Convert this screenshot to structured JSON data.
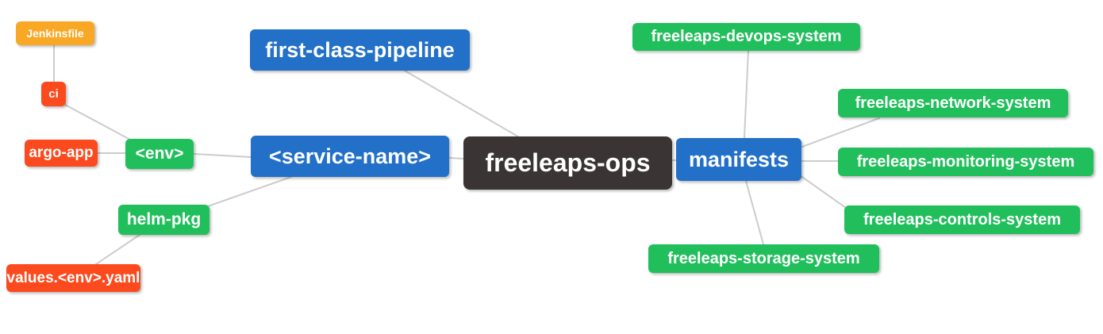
{
  "mindmap": {
    "root": {
      "label": "freeleaps-ops"
    },
    "nodes": {
      "first_class_pipeline": {
        "label": "first-class-pipeline"
      },
      "service_name": {
        "label": "<service-name>"
      },
      "env": {
        "label": "<env>"
      },
      "ci": {
        "label": "ci"
      },
      "jenkinsfile": {
        "label": "Jenkinsfile"
      },
      "argo_app": {
        "label": "argo-app"
      },
      "helm_pkg": {
        "label": "helm-pkg"
      },
      "values_env_yaml": {
        "label": "values.<env>.yaml"
      },
      "manifests": {
        "label": "manifests"
      },
      "devops_system": {
        "label": "freeleaps-devops-system"
      },
      "network_system": {
        "label": "freeleaps-network-system"
      },
      "monitoring_system": {
        "label": "freeleaps-monitoring-system"
      },
      "controls_system": {
        "label": "freeleaps-controls-system"
      },
      "storage_system": {
        "label": "freeleaps-storage-system"
      }
    },
    "edges": [
      {
        "from": "jenkinsfile",
        "to": "ci"
      },
      {
        "from": "ci",
        "to": "env"
      },
      {
        "from": "argo_app",
        "to": "env"
      },
      {
        "from": "env",
        "to": "service_name"
      },
      {
        "from": "helm_pkg",
        "to": "service_name"
      },
      {
        "from": "values_env_yaml",
        "to": "helm_pkg"
      },
      {
        "from": "first_class_pipeline",
        "to": "freeleaps_ops"
      },
      {
        "from": "service_name",
        "to": "freeleaps_ops"
      },
      {
        "from": "freeleaps_ops",
        "to": "manifests"
      },
      {
        "from": "manifests",
        "to": "devops_system"
      },
      {
        "from": "manifests",
        "to": "network_system"
      },
      {
        "from": "manifests",
        "to": "monitoring_system"
      },
      {
        "from": "manifests",
        "to": "controls_system"
      },
      {
        "from": "manifests",
        "to": "storage_system"
      }
    ],
    "colors": {
      "root_bg": "#3A3434",
      "branch_bg": "#2270C8",
      "green_bg": "#21BF5B",
      "red_bg": "#FB4A1E",
      "orange_bg": "#F9A825",
      "node_text": "#FFFFFF",
      "connector": "#CCCCCC",
      "canvas_bg": "#FFFFFF"
    }
  }
}
